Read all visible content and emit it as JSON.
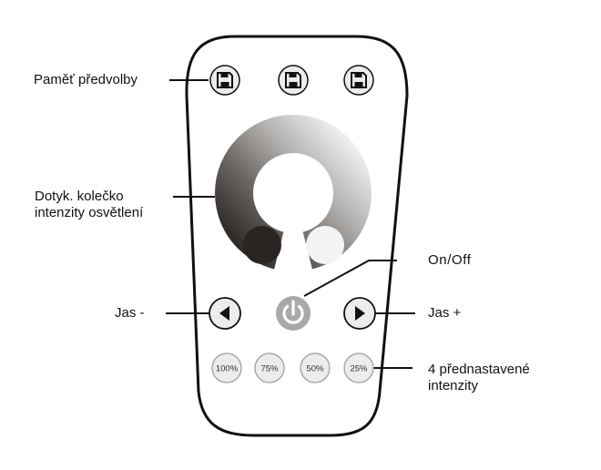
{
  "labels": {
    "preset_memory": "Paměť předvolby",
    "touch_wheel_line1": "Dotyk. kolečko",
    "touch_wheel_line2": "intenzity osvětlení",
    "on_off": "On/Off",
    "brightness_down": "Jas -",
    "brightness_up": "Jas +",
    "preset_intensities_line1": "4  přednastavené",
    "preset_intensities_line2": "intenzity"
  },
  "preset_buttons": [
    "100%",
    "75%",
    "50%",
    "25%"
  ],
  "memory_buttons": [
    {
      "icon": "floppy-disk-icon"
    },
    {
      "icon": "floppy-disk-icon"
    },
    {
      "icon": "floppy-disk-icon"
    }
  ],
  "colors": {
    "outline": "#111111",
    "button_fill": "#ececec",
    "power_button": "#a9a9a9",
    "wheel_dark": "#2a2422",
    "wheel_light": "#f4f4f4"
  }
}
